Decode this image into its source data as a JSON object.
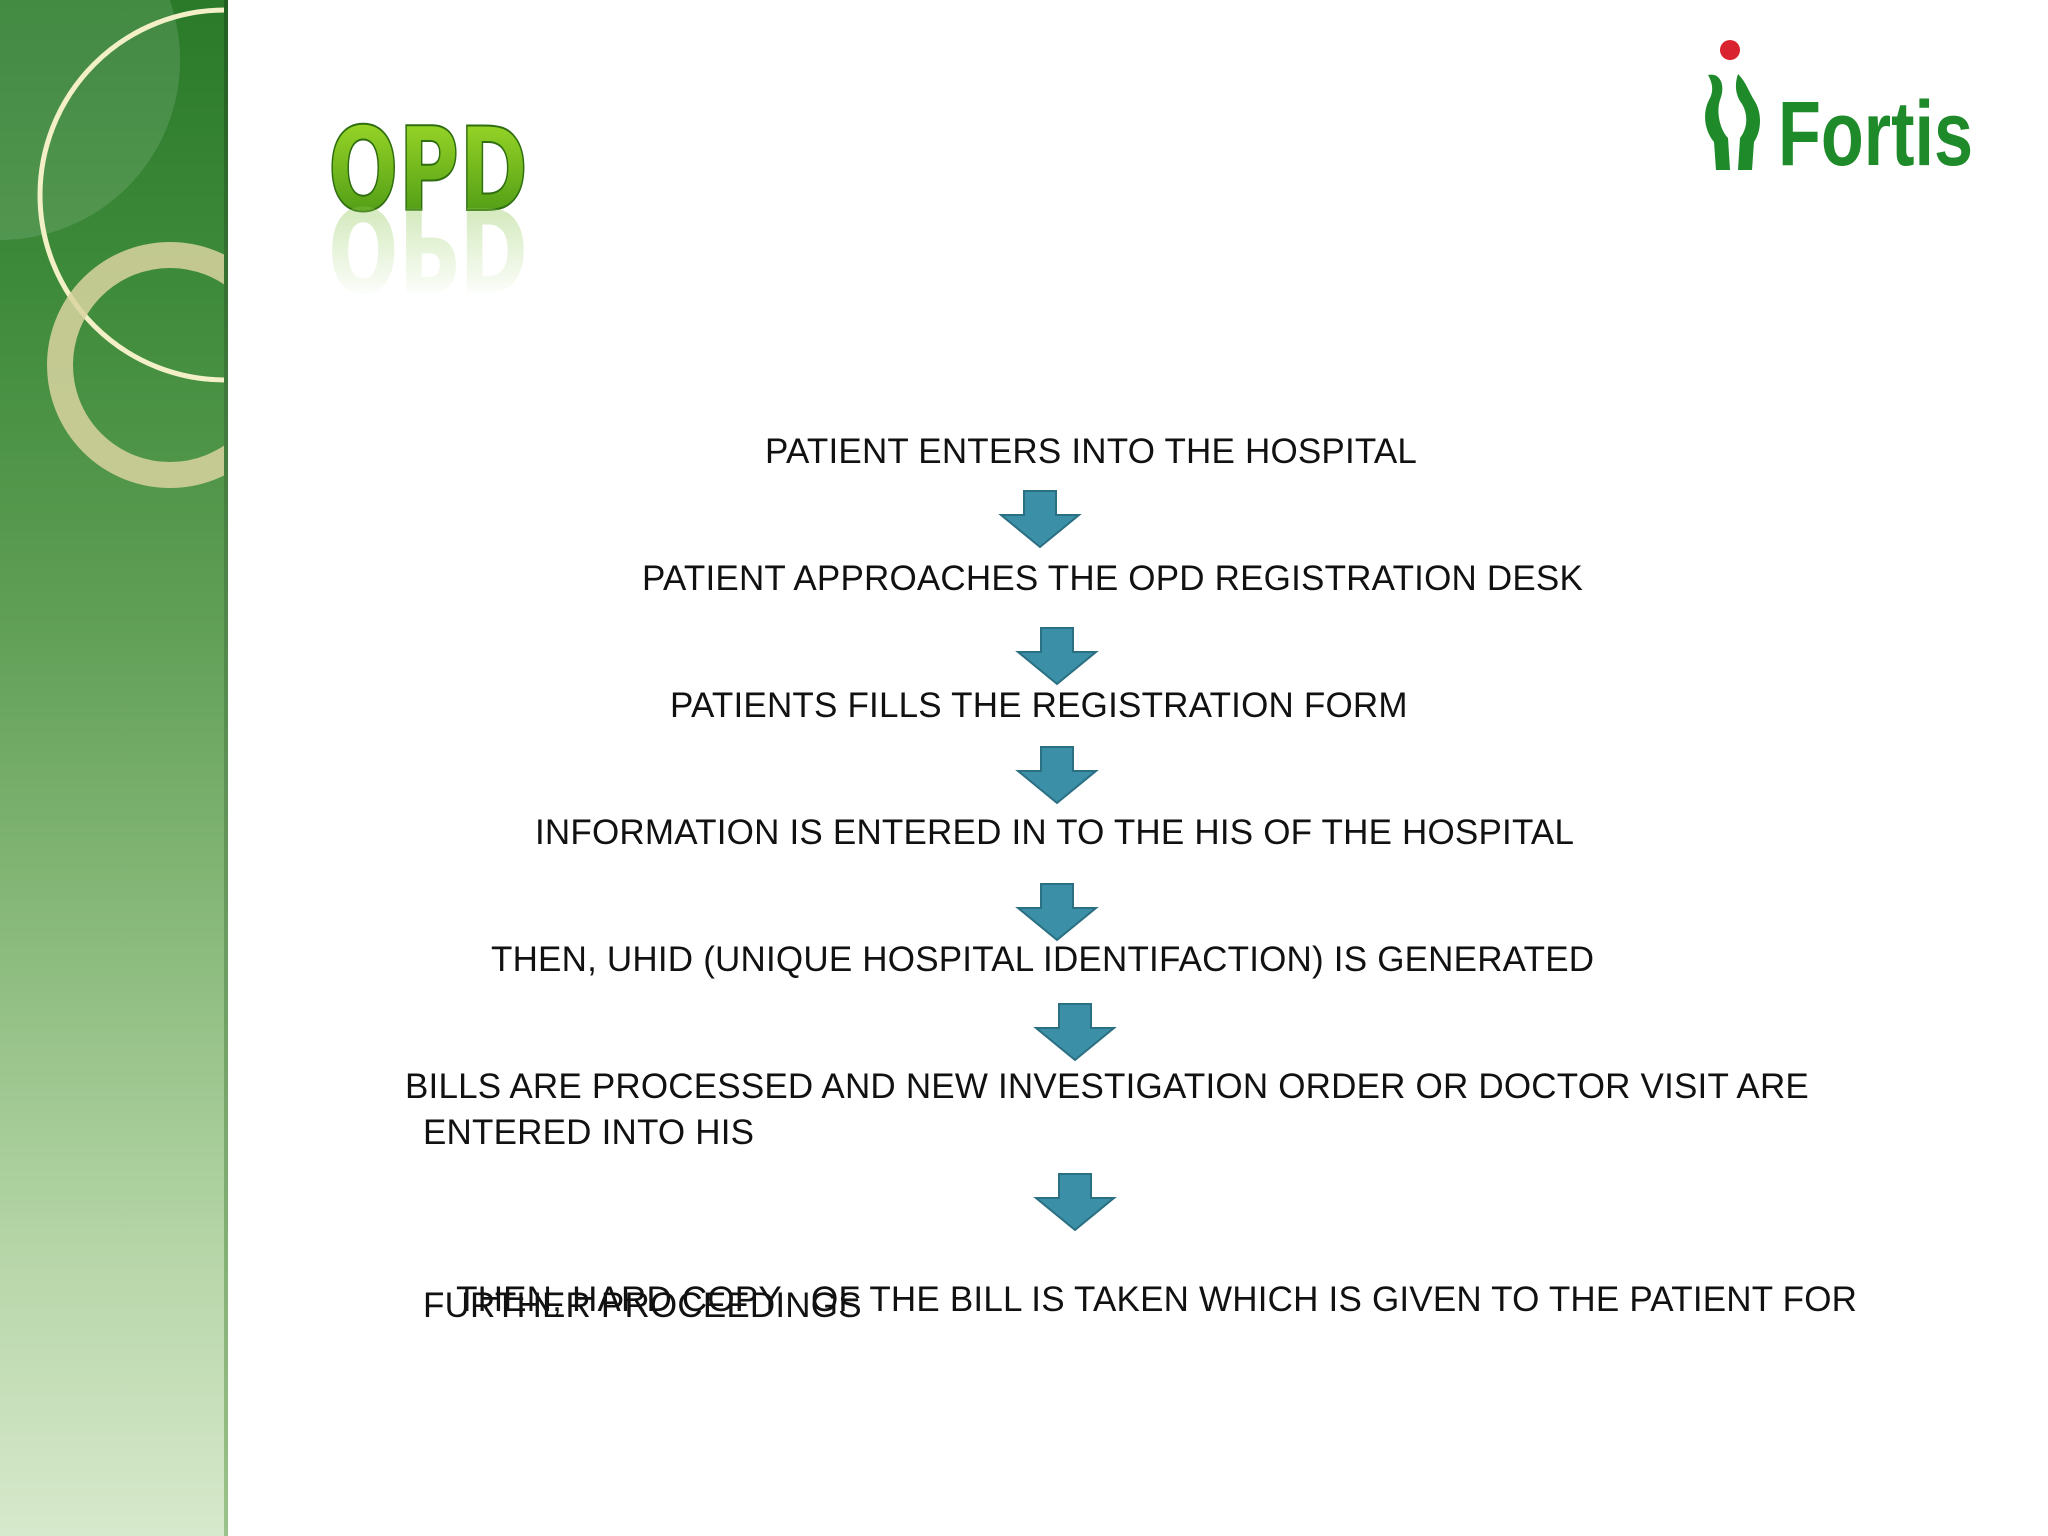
{
  "slide": {
    "title_logo": {
      "text": "OPD",
      "color_top": "#a6e02a",
      "color_bottom": "#3f8f12"
    },
    "brand_logo": {
      "text": "Fortis",
      "icon": "fortis-figures-icon",
      "color": "#1e8a2a",
      "dot_color": "#d9232e"
    }
  },
  "flowchart": {
    "arrow_color": "#3b8fa6",
    "steps": [
      {
        "line1": "PATIENT ENTERS INTO THE HOSPITAL"
      },
      {
        "line1": "PATIENT APPROACHES THE OPD REGISTRATION DESK"
      },
      {
        "line1": "PATIENTS FILLS THE REGISTRATION FORM"
      },
      {
        "line1": "INFORMATION IS ENTERED IN TO THE HIS OF THE HOSPITAL"
      },
      {
        "line1": "THEN, UHID (UNIQUE HOSPITAL IDENTIFACTION) IS GENERATED"
      },
      {
        "line1": "BILLS ARE PROCESSED AND NEW INVESTIGATION ORDER OR DOCTOR VISIT ARE",
        "line2": "ENTERED INTO HIS"
      },
      {
        "line1": "THEN, HARD COPY   OF THE BILL IS TAKEN WHICH IS GIVEN TO THE PATIENT FOR",
        "line2": "FURTHER PROCEEDINGS"
      }
    ]
  }
}
